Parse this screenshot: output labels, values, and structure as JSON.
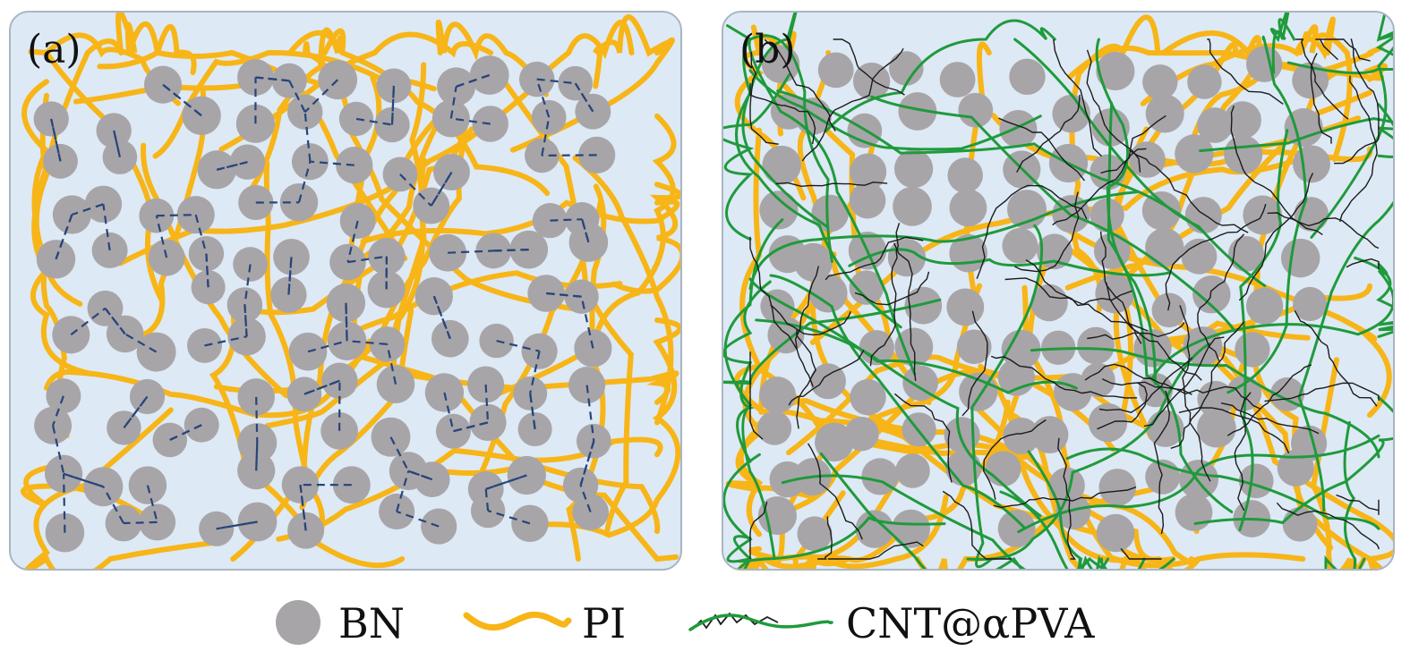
{
  "panels": {
    "a": {
      "label": "(a)"
    },
    "b": {
      "label": "(b)"
    }
  },
  "legend": {
    "bn": "BN",
    "pi": "PI",
    "cnt": "CNT@αPVA"
  },
  "colors": {
    "panel_bg": "#dde9f4",
    "bn": "#a8a5a8",
    "pi": "#f7b517",
    "cnt_green": "#1f9a3c",
    "cnt_black": "#1b1b1b",
    "network": "#27457a"
  }
}
